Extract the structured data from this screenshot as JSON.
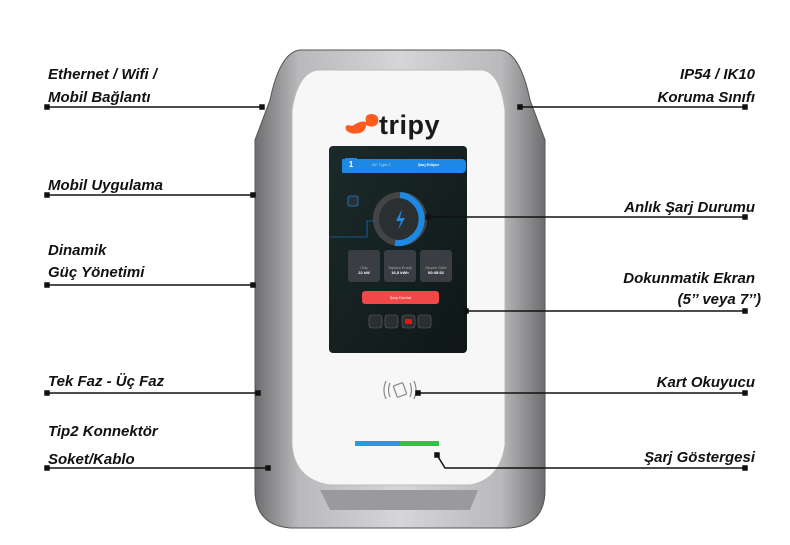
{
  "brand": {
    "name": "tripy",
    "color": "#ff5a1f"
  },
  "labels_left": [
    {
      "lines": [
        "Ethernet / Wifi /",
        "Mobil Bağlantı"
      ]
    },
    {
      "lines": [
        "Mobil Uygulama"
      ]
    },
    {
      "lines": [
        "Dinamik",
        "Güç Yönetimi"
      ]
    },
    {
      "lines": [
        "Tek Faz - Üç Faz"
      ]
    },
    {
      "lines": [
        "Tip2 Konnektör",
        "Soket/Kablo"
      ]
    }
  ],
  "labels_right": [
    {
      "lines": [
        "IP54 / IK10",
        "Koruma Sınıfı"
      ]
    },
    {
      "lines": [
        "Anlık Şarj Durumu"
      ]
    },
    {
      "lines": [
        "Dokunmatik Ekran",
        "(5’’ veya 7’’)"
      ]
    },
    {
      "lines": [
        "Kart Okuyucu"
      ]
    },
    {
      "lines": [
        "Şarj Göstergesi"
      ]
    }
  ],
  "screen": {
    "step": "1",
    "connector": "AC Type 2",
    "status": "Şarj Ediyor",
    "stats": [
      {
        "label": "Güç",
        "value": "22 kW"
      },
      {
        "label": "Toplam Enerji",
        "value": "16,5 kWh"
      },
      {
        "label": "Geçen Süre",
        "value": "00:45:52"
      }
    ],
    "stop_label": "Şarjı Durdur"
  },
  "colors": {
    "accent": "#1e88e5",
    "stop": "#f04848",
    "led_blue": "#2a9ad8",
    "led_green": "#2ec24a"
  }
}
